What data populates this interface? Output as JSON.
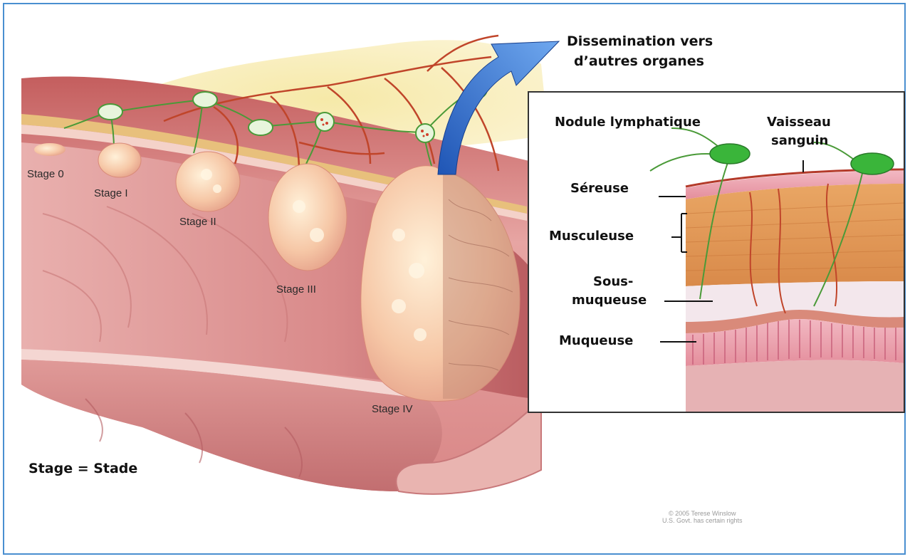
{
  "stages": {
    "stage0": "Stage 0",
    "stage1": "Stage I",
    "stage2": "Stage II",
    "stage3": "Stage III",
    "stage4": "Stage IV"
  },
  "legend": "Stage = Stade",
  "dissemination": [
    "Dissemination vers",
    "d’autres organes"
  ],
  "inset": {
    "nodule": "Nodule lymphatique",
    "vaisseau": [
      "Vaisseau",
      "sanguin"
    ],
    "sereuse": "Séreuse",
    "musculeuse": "Musculeuse",
    "sous_muqueuse": [
      "Sous-",
      "muqueuse"
    ],
    "muqueuse": "Muqueuse"
  },
  "copyright": [
    "© 2005 Terese Winslow",
    "U.S. Govt. has certain rights"
  ]
}
